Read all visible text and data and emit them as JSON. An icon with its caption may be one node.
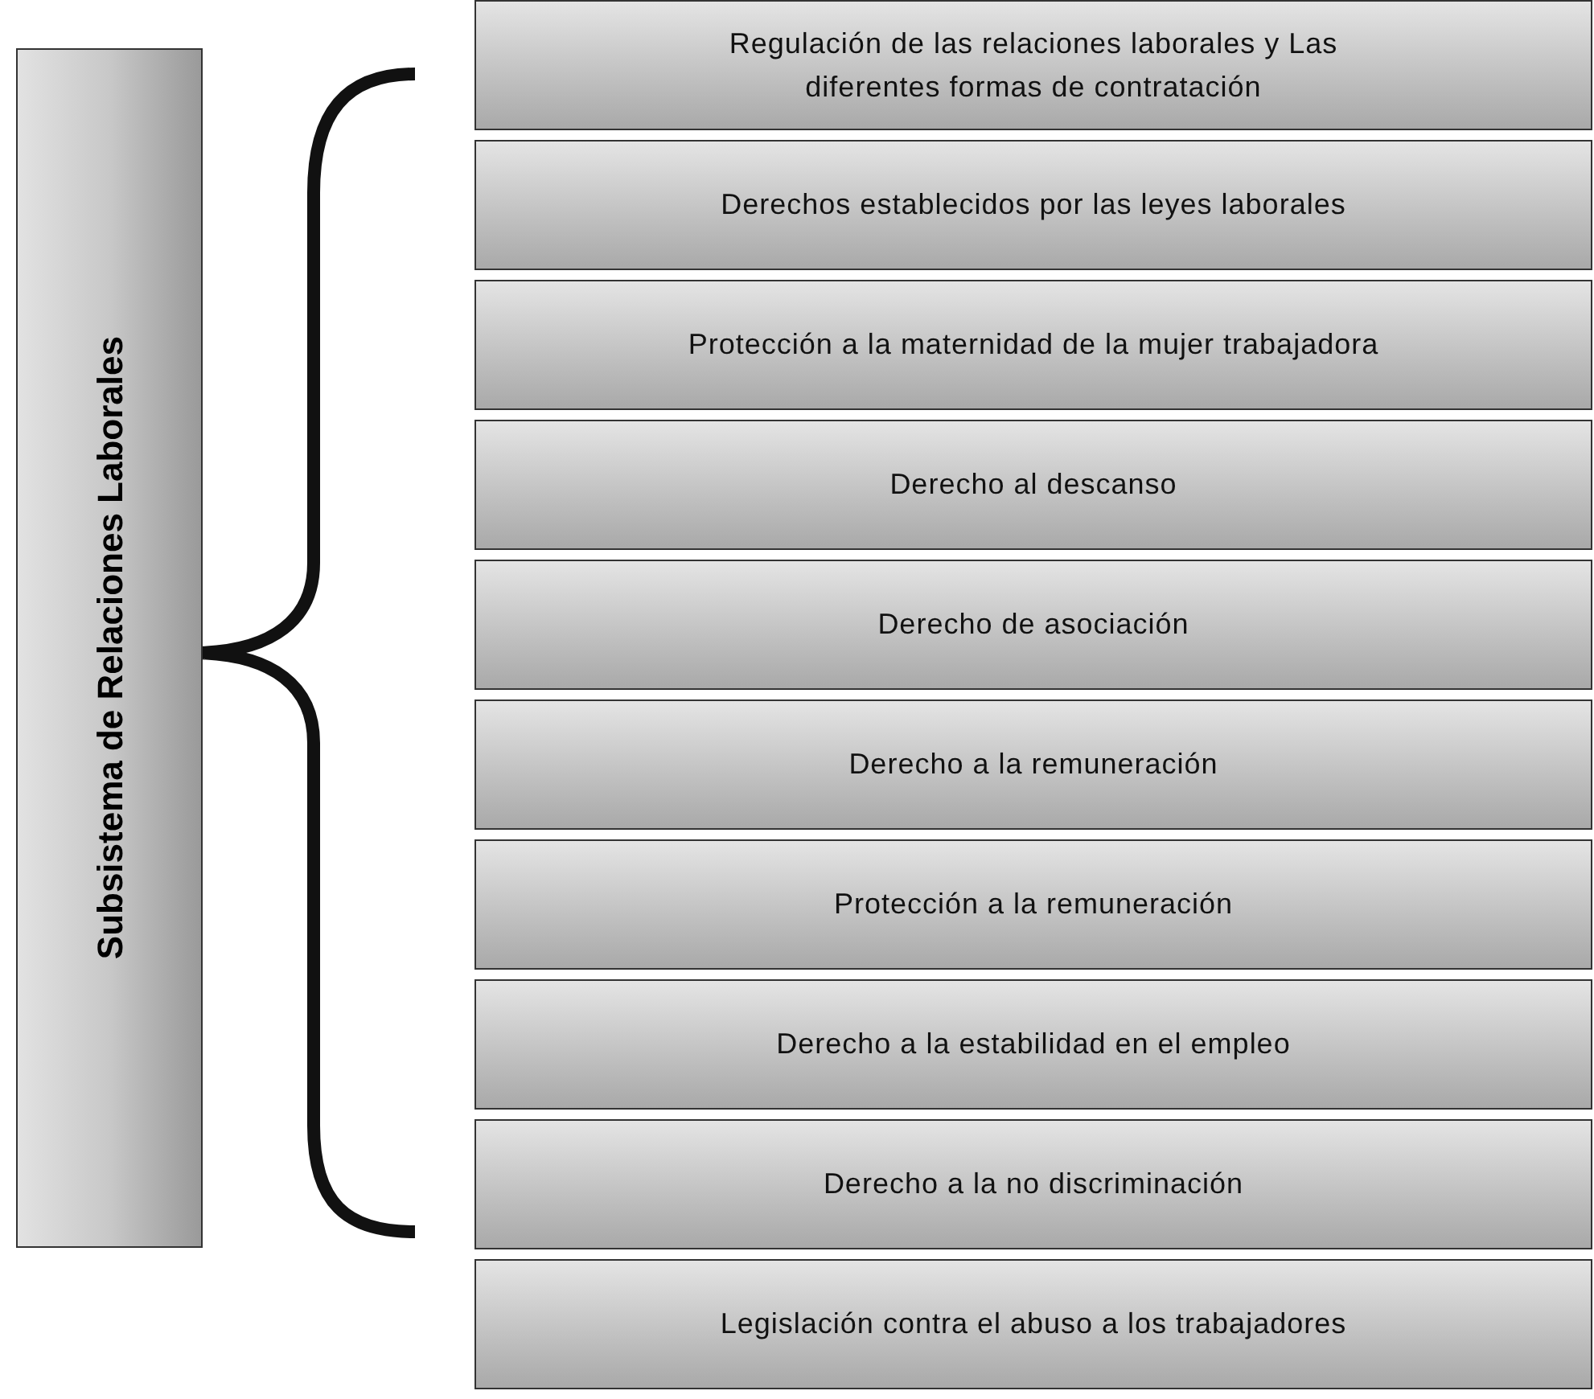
{
  "diagram": {
    "nodes": [
      {
        "text": [
          "Subsistema de Relaciones Laborales"
        ]
      },
      {
        "text": [
          "Regulación de las relaciones laborales y Las diferentes formas de contratación"
        ]
      },
      {
        "text": [
          "Derechos establecidos por las leyes laborales"
        ]
      },
      {
        "text": [
          "Protección a la maternidad de la mujer trabajadora"
        ]
      },
      {
        "text": [
          "Derecho al descanso"
        ]
      },
      {
        "text": [
          "Derecho de asociación"
        ]
      },
      {
        "text": [
          "Derecho a la remuneración"
        ]
      },
      {
        "text": [
          "Protección a la remuneración"
        ]
      },
      {
        "text": [
          "Derecho a la estabilidad en el empleo"
        ]
      },
      {
        "text": [
          "Derecho a la no discriminación"
        ]
      },
      {
        "text": [
          "Legislación contra el abuso a los trabajadores"
        ]
      }
    ]
  }
}
